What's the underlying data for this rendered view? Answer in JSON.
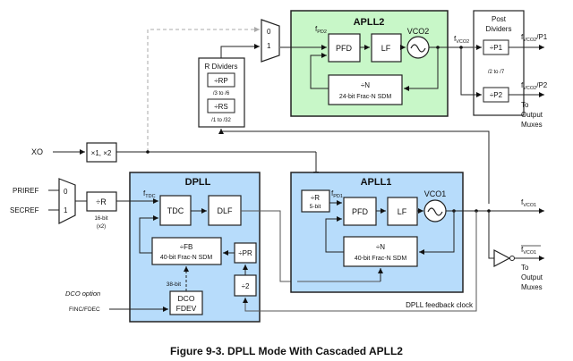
{
  "caption": "Figure 9-3. DPLL Mode With Cascaded APLL2",
  "colors": {
    "apll2_fill": "#c8f7c8",
    "dpll_fill": "#b7dcfb",
    "apll1_fill": "#b7dcfb",
    "line": "#333333",
    "dashed": "#aaaaaa"
  },
  "inputs": {
    "xo": "XO",
    "priref": "PRIREF",
    "secref": "SECREF",
    "finc_fdec": "FINC/FDEC",
    "dco_option": "DCO option"
  },
  "xo_mult": "×1, ×2",
  "ref_mux": {
    "in0": "0",
    "in1": "1"
  },
  "r_div": {
    "label": "÷R",
    "sub1": "16-bit",
    "sub2": "(x2)"
  },
  "r_dividers": {
    "title": "R Dividers",
    "rp": "÷RP",
    "rp_range": "/3 to /6",
    "rs": "÷RS",
    "rs_range": "/1 to /32"
  },
  "apll2_mux": {
    "in0": "0",
    "in1": "1"
  },
  "apll2": {
    "title": "APLL2",
    "fpd": "f",
    "fpd_sub": "PD2",
    "pfd": "PFD",
    "lf": "LF",
    "vco": "VCO2",
    "n_div": "÷N",
    "n_sub": "24-bit Frac-N SDM"
  },
  "fvco2": {
    "f": "f",
    "sub": "VCO2"
  },
  "post_dividers": {
    "title1": "Post",
    "title2": "Dividers",
    "p1": "÷P1",
    "p2": "÷P2",
    "range": "/2 to /7",
    "out1_f": "f",
    "out1_sub": "VCO2",
    "out1_suffix": "/P1",
    "out2_f": "f",
    "out2_sub": "VCO2",
    "out2_suffix": "/P2",
    "to1": "To",
    "to2": "Output",
    "to3": "Muxes"
  },
  "dpll": {
    "title": "DPLL",
    "ftdc": "f",
    "ftdc_sub": "TDC",
    "tdc": "TDC",
    "dlf": "DLF",
    "fb": "÷FB",
    "fb_sub": "40-bit Frac-N SDM",
    "pr": "÷PR",
    "div2": "÷2",
    "bits": "38-bit",
    "dco1": "DCO",
    "dco2": "FDEV"
  },
  "apll1": {
    "title": "APLL1",
    "r": "÷R",
    "r_sub": "5-bit",
    "fpd": "f",
    "fpd_sub": "PD1",
    "pfd": "PFD",
    "lf": "LF",
    "vco": "VCO1",
    "n_div": "÷N",
    "n_sub": "40-bit Frac-N SDM"
  },
  "fvco1_out": {
    "f": "f",
    "sub": "VCO1"
  },
  "fvco1_inv": {
    "f": "f",
    "sub": "VCO1",
    "to1": "To",
    "to2": "Output",
    "to3": "Muxes"
  },
  "feedback_label": "DPLL feedback clock"
}
